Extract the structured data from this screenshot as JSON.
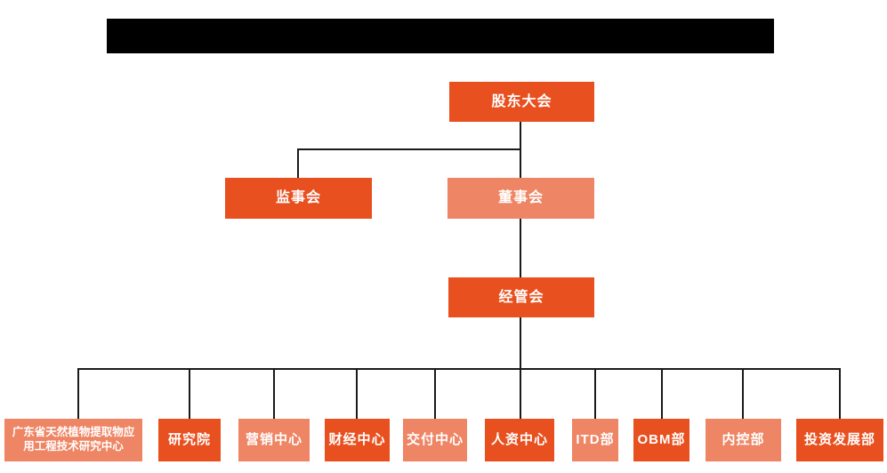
{
  "colors": {
    "node_dark": "#E8501F",
    "node_light": "#EE8564",
    "connector": "#1a1a1a",
    "node_text": "#ffffff",
    "redacted_bar": "#000000",
    "background": "#ffffff"
  },
  "nodes": {
    "shareholders_meeting": "股东大会",
    "supervisory_board": "监事会",
    "board_of_directors": "董事会",
    "management_committee": "经管会",
    "research_center": "广东省天然植物提取物应用工程技术研究中心",
    "research_institute": "研究院",
    "marketing_center": "营销中心",
    "finance_center": "财经中心",
    "delivery_center": "交付中心",
    "hr_center": "人资中心",
    "itd_dept": "ITD部",
    "obm_dept": "OBM部",
    "internal_control_dept": "内控部",
    "investment_development_dept": "投资发展部"
  },
  "hierarchy": [
    {
      "parent": "股东大会",
      "children": [
        "监事会",
        "董事会"
      ]
    },
    {
      "parent": "董事会",
      "children": [
        "经管会"
      ]
    },
    {
      "parent": "经管会",
      "children": [
        "广东省天然植物提取物应用工程技术研究中心",
        "研究院",
        "营销中心",
        "财经中心",
        "交付中心",
        "人资中心",
        "ITD部",
        "OBM部",
        "内控部",
        "投资发展部"
      ]
    }
  ]
}
